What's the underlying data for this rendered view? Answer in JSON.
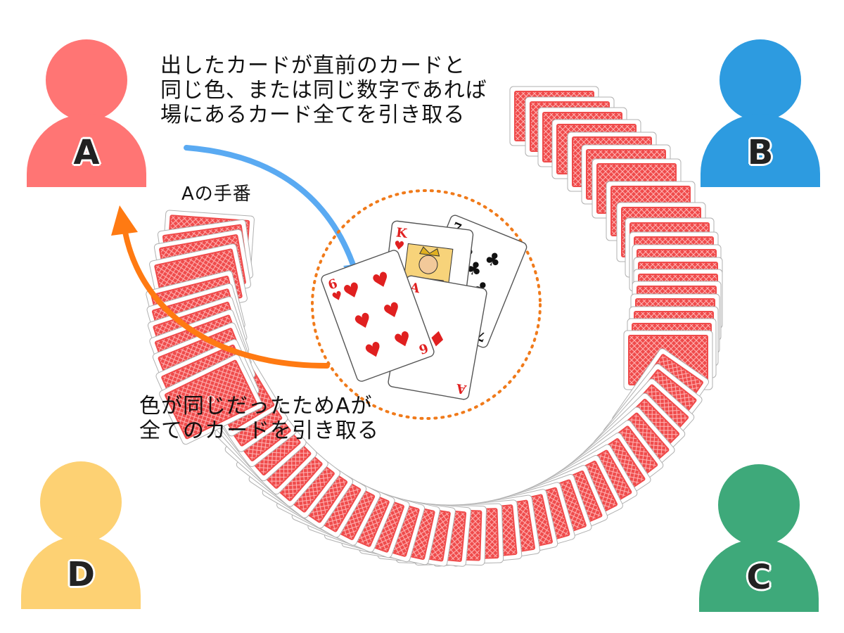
{
  "texts": {
    "rule_lines": [
      "出したカードが直前のカードと",
      "同じ色、または同じ数字であれば",
      "場にあるカード全てを引き取る"
    ],
    "turn": "Aの手番",
    "result_lines": [
      "色が同じだったためAが",
      "全てのカードを引き取る"
    ]
  },
  "players": [
    {
      "key": "a",
      "label": "A",
      "color": "#ff7574"
    },
    {
      "key": "b",
      "label": "B",
      "color": "#2d9be0"
    },
    {
      "key": "c",
      "label": "C",
      "color": "#3ea97a"
    },
    {
      "key": "d",
      "label": "D",
      "color": "#fdd173"
    }
  ],
  "cards": [
    {
      "rank": "6",
      "suit": "heart",
      "color": "#e02020"
    },
    {
      "rank": "K",
      "suit": "heart",
      "color": "#e02020"
    },
    {
      "rank": "7",
      "suit": "club",
      "color": "#111111"
    },
    {
      "rank": "A",
      "suit": "diamond",
      "color": "#e02020"
    }
  ],
  "colors": {
    "card_back": "#ef4b4b",
    "take_arrow": "#ff7a12",
    "play_arrow": "#5aaaf2",
    "pile_circle": "#f07a1a"
  }
}
